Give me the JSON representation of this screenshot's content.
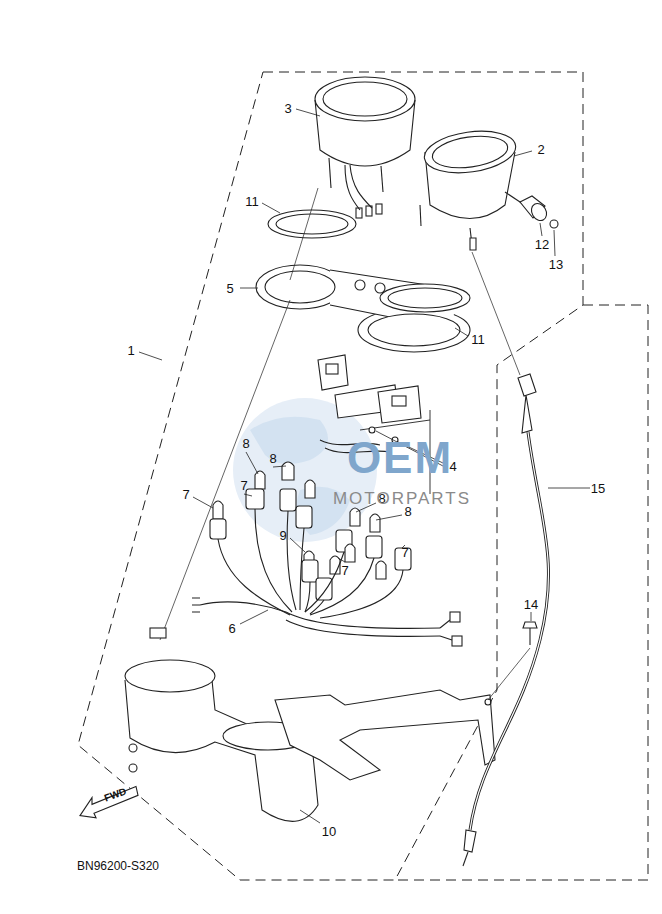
{
  "diagram": {
    "nodes": [
      {
        "text": [
          "FWD"
        ]
      }
    ],
    "labels": [
      "3",
      "2",
      "11",
      "12",
      "13",
      "5",
      "1",
      "11",
      "4",
      "8",
      "8",
      "15",
      "7",
      "8",
      "7",
      "8",
      "9",
      "7",
      "7",
      "14",
      "6",
      "10",
      "BN96200-S320",
      "OEM",
      "MOTORPARTS"
    ]
  }
}
